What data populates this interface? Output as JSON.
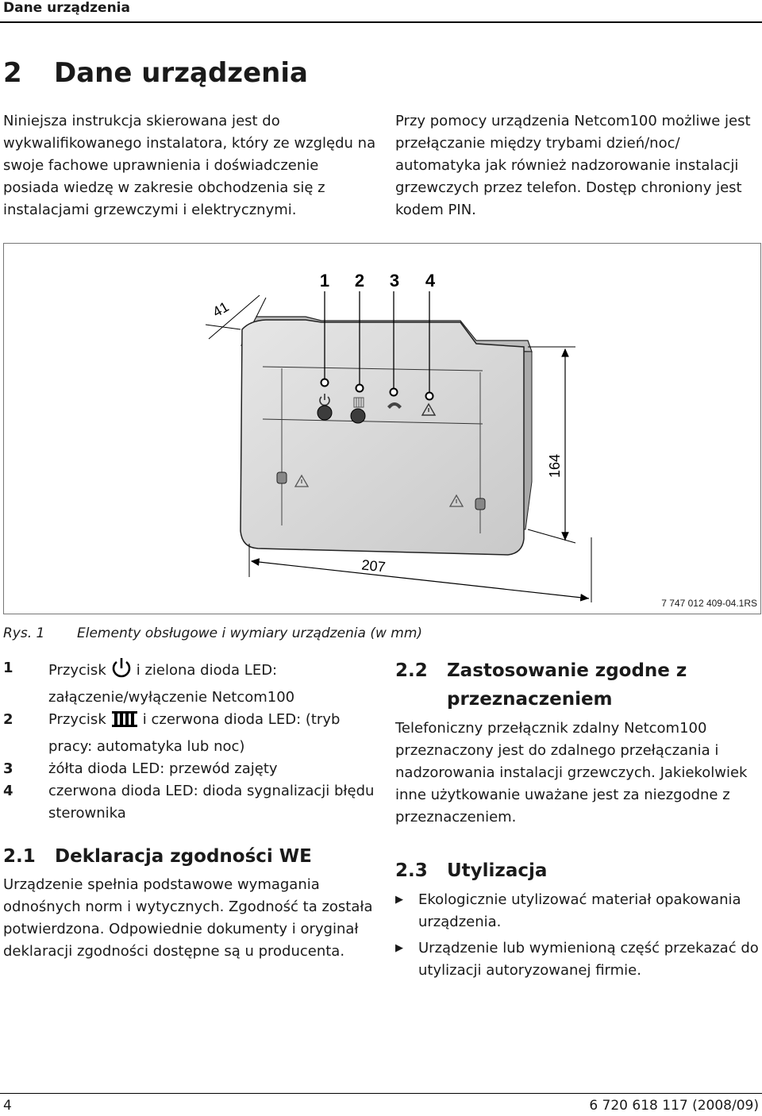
{
  "header": {
    "label": "Dane urządzenia"
  },
  "chapter": {
    "number": "2",
    "title": "Dane urządzenia"
  },
  "intro": {
    "left": "Niniejsza instrukcja skierowana jest do wykwalifikowanego instalatora, który ze względu na swoje fachowe uprawnienia i doświadczenie posiada wiedzę w zakresie obchodzenia się z instalacjami grzewczymi i elektrycznymi.",
    "right": "Przy pomocy urządzenia Netcom100 możliwe jest przełączanie między trybami dzień/noc/ automatyka jak również nadzorowanie instalacji grzewczych przez telefon. Dostęp chroniony jest kodem PIN."
  },
  "figure": {
    "callouts": [
      "1",
      "2",
      "3",
      "4"
    ],
    "dim_depth": "41",
    "dim_height": "164",
    "dim_width": "207",
    "code": "7 747 012 409-04.1RS",
    "icons": [
      "power-icon",
      "radiator-icon",
      "phone-icon",
      "warning-icon"
    ]
  },
  "caption": {
    "label": "Rys. 1",
    "text": "Elementy obsługowe i wymiary urządzenia (w mm)"
  },
  "legend": {
    "i1": {
      "n": "1",
      "a": "Przycisk",
      "b": "i zielona dioda LED: załączenie/wyłączenie Netcom100"
    },
    "i2": {
      "n": "2",
      "a": "Przycisk",
      "b": "i czerwona dioda LED: (tryb pracy: automatyka lub noc)"
    },
    "i3": {
      "n": "3",
      "t": "żółta dioda LED: przewód zajęty"
    },
    "i4": {
      "n": "4",
      "t": "czerwona dioda LED: dioda sygnalizacji błędu sterownika"
    }
  },
  "s21": {
    "num": "2.1",
    "title": "Deklaracja zgodności WE",
    "body": "Urządzenie spełnia podstawowe wymagania odnośnych norm i wytycznych. Zgodność ta została potwierdzona. Odpowiednie dokumenty i oryginał deklaracji zgodności dostępne są u producenta."
  },
  "s22": {
    "num": "2.2",
    "title_a": "Zastosowanie zgodne z",
    "title_b": "przeznaczeniem",
    "body": "Telefoniczny przełącznik zdalny Netcom100 przeznaczony jest do zdalnego przełączania i nadzorowania instalacji grzewczych. Jakiekolwiek inne użytkowanie uważane jest za niezgodne z przeznaczeniem."
  },
  "s23": {
    "num": "2.3",
    "title": "Utylizacja",
    "bullets": [
      "Ekologicznie utylizować materiał opakowania urządzenia.",
      "Urządzenie lub wymienioną część przekazać do utylizacji autoryzowanej firmie."
    ]
  },
  "footer": {
    "page": "4",
    "doc": "6 720 618 117 (2008/09)"
  }
}
